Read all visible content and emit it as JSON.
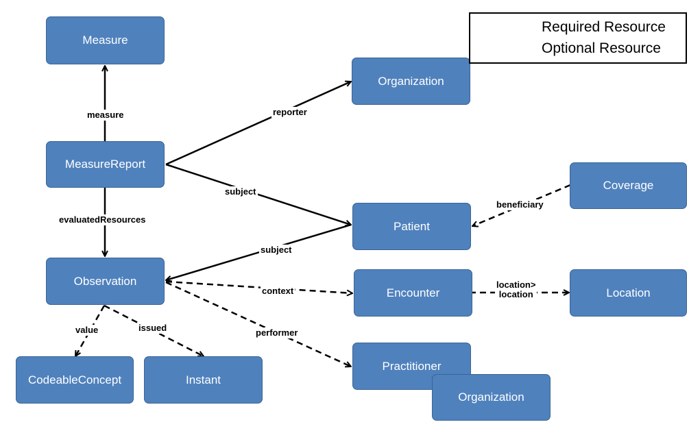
{
  "nodes": {
    "measure": "Measure",
    "measure_report": "MeasureReport",
    "observation": "Observation",
    "codeable_concept": "CodeableConcept",
    "instant": "Instant",
    "organization_reporter": "Organization",
    "patient": "Patient",
    "encounter": "Encounter",
    "practitioner": "Practitioner",
    "organization_practitioner": "Organization",
    "coverage": "Coverage",
    "location": "Location"
  },
  "edges": {
    "measure": "measure",
    "evaluated_resources": "evaluatedResources",
    "reporter": "reporter",
    "subject_report": "subject",
    "subject_observation": "subject",
    "context": "context",
    "performer": "performer",
    "value": "value",
    "issued": "issued",
    "beneficiary": "beneficiary",
    "location_line1": "location>",
    "location_line2": "location"
  },
  "legend": {
    "required": "Required Resource",
    "optional": "Optional Resource"
  },
  "colors": {
    "node_fill": "#4f81bd",
    "node_border": "#3a6494",
    "node_text": "#ffffff",
    "edge": "#000000"
  }
}
